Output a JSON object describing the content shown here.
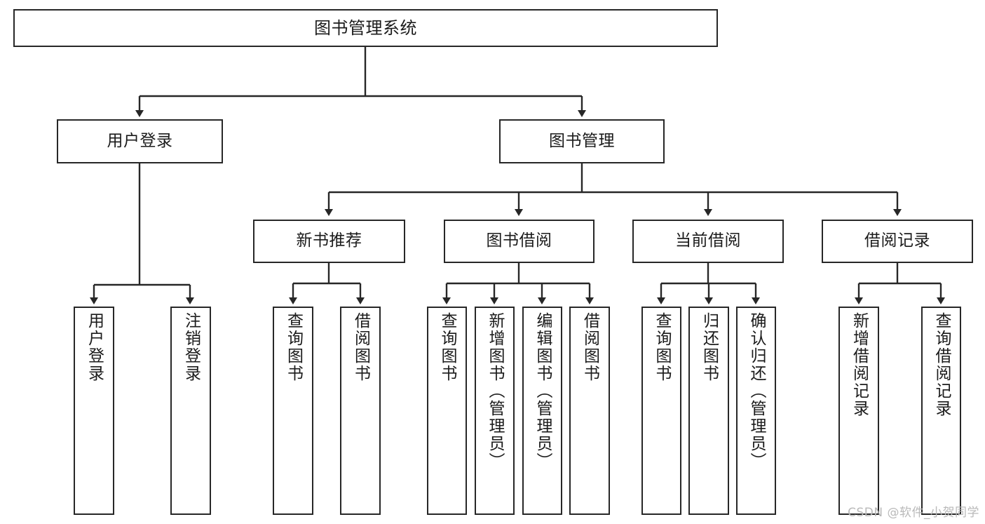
{
  "diagram": {
    "title": "图书管理系统",
    "root": {
      "label": "图书管理系统"
    },
    "level1": [
      {
        "label": "用户登录"
      },
      {
        "label": "图书管理"
      }
    ],
    "level2": [
      {
        "label": "新书推荐"
      },
      {
        "label": "图书借阅"
      },
      {
        "label": "当前借阅"
      },
      {
        "label": "借阅记录"
      }
    ],
    "leaves": {
      "user_login": [
        {
          "label": "用户登录"
        },
        {
          "label": "注销登录"
        }
      ],
      "new_book_recommend": [
        {
          "label": "查询图书"
        },
        {
          "label": "借阅图书"
        }
      ],
      "book_borrow": [
        {
          "label": "查询图书"
        },
        {
          "label": "新增图书（管理员）"
        },
        {
          "label": "编辑图书（管理员）"
        },
        {
          "label": "借阅图书"
        }
      ],
      "current_borrow": [
        {
          "label": "查询图书"
        },
        {
          "label": "归还图书"
        },
        {
          "label": "确认归还（管理员）"
        }
      ],
      "borrow_records": [
        {
          "label": "新增借阅记录"
        },
        {
          "label": "查询借阅记录"
        }
      ]
    }
  },
  "watermark": {
    "text": "CSDN @软件_小贺同学"
  },
  "colors": {
    "stroke": "#272727",
    "fill": "#ffffff",
    "text": "#1b1b1b",
    "watermark": "#b9b9b9"
  }
}
